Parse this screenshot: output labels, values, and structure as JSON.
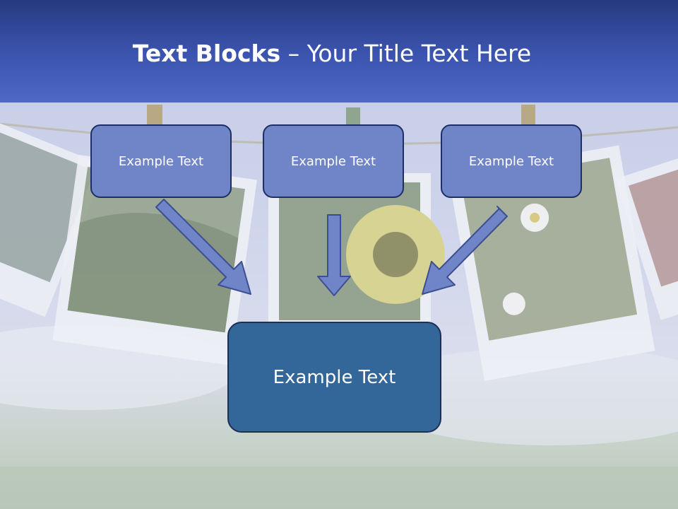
{
  "title": {
    "bold": "Text Blocks",
    "dash": " – ",
    "rest": "Your Title Text Here"
  },
  "boxes": {
    "top_left": "Example Text",
    "top_middle": "Example Text",
    "top_right": "Example Text",
    "bottom": "Example Text"
  },
  "colors": {
    "title_bar": "#3c55b0",
    "small_box": "#6f85c8",
    "big_box": "#336699",
    "arrow_fill": "#6f85c8"
  }
}
